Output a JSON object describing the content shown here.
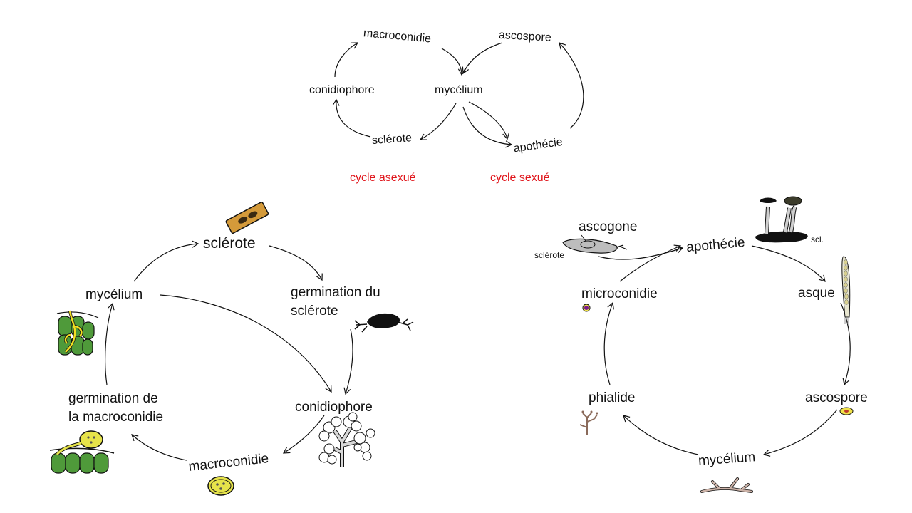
{
  "top_cycle": {
    "mycelium": "mycélium",
    "macroconidie": "macroconidie",
    "conidiophore": "conidiophore",
    "sclerote": "sclérote",
    "ascospore": "ascospore",
    "apothecie": "apothécie",
    "legend_asexual": "cycle asexué",
    "legend_sexual": "cycle sexué",
    "legend_color": "#e0151b"
  },
  "asexual_cycle": {
    "sclerote": "sclérote",
    "germination_sclerote_1": "germination du",
    "germination_sclerote_2": "sclérote",
    "conidiophore": "conidiophore",
    "macroconidie": "macroconidie",
    "germination_macro_1": "germination de",
    "germination_macro_2": "la macroconidie",
    "mycelium": "mycélium",
    "colors": {
      "sclerote": "#d49a3a",
      "spore": "#e6e34a",
      "cell": "#4f9a3a"
    }
  },
  "sexual_cycle": {
    "apothecie": "apothécie",
    "scl": "scl.",
    "asque": "asque",
    "ascospore": "ascospore",
    "mycelium": "mycélium",
    "phialide": "phialide",
    "microconidie": "microconidie",
    "ascogone": "ascogone",
    "sclerote": "sclérote",
    "colors": {
      "microconidie": "#7a1a8a",
      "ascospore": "#f1e24a"
    }
  }
}
